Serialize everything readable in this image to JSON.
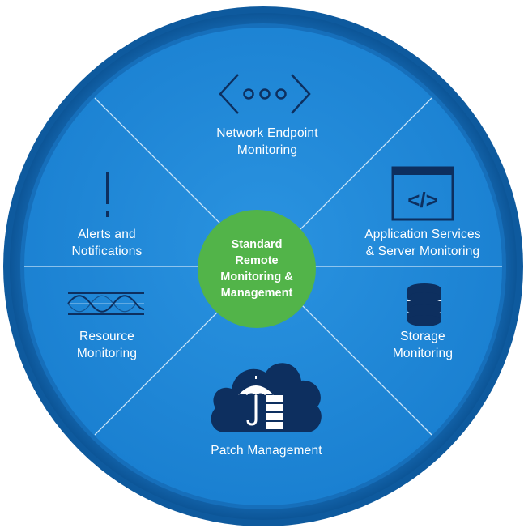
{
  "colors": {
    "outer_ring": "#0f5fa6",
    "ring_mid": "#1d78c4",
    "segment_fill": "#1f86d6",
    "divider": "#cfe6f7",
    "center_fill": "#52b449",
    "icon_dark": "#0d2f5f",
    "text": "#ffffff"
  },
  "center": {
    "line1": "Standard",
    "line2": "Remote",
    "line3": "Monitoring &",
    "line4": "Management"
  },
  "segments": {
    "network": {
      "line1": "Network Endpoint",
      "line2": "Monitoring",
      "icon": "code-brackets-dots-icon"
    },
    "application": {
      "line1": "Application Services",
      "line2": "& Server Monitoring",
      "icon": "browser-code-icon"
    },
    "storage": {
      "line1": "Storage",
      "line2": "Monitoring",
      "icon": "database-icon"
    },
    "patch": {
      "line1": "Patch Management",
      "icon": "cloud-umbrella-database-icon"
    },
    "resource": {
      "line1": "Resource",
      "line2": "Monitoring",
      "icon": "waveform-icon"
    },
    "alerts": {
      "line1": "Alerts and",
      "line2": "Notifications",
      "icon": "exclamation-icon"
    }
  }
}
